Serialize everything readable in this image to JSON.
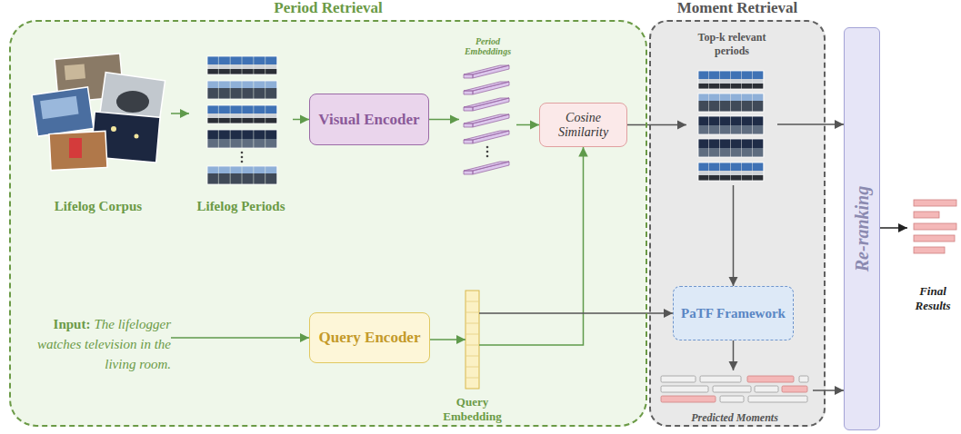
{
  "diagram": {
    "nodes": [
      {
        "text": [
          "Period Retrieval"
        ]
      },
      {
        "text": [
          "Lifelog Corpus"
        ],
        "in": 0
      },
      {
        "text": [
          "Lifelog Periods"
        ],
        "in": 0
      },
      {
        "text": [
          "Visual Encoder"
        ],
        "in": 0
      },
      {
        "text": [
          "Period Embeddings"
        ],
        "in": 0
      },
      {
        "text": [
          "Cosine Similarity"
        ],
        "in": 0
      },
      {
        "text": [
          "Input:",
          "The lifelogger watches television in the living room."
        ],
        "in": 0
      },
      {
        "text": [
          "Query Encoder"
        ],
        "in": 0
      },
      {
        "text": [
          "Query Embedding"
        ],
        "in": 0
      },
      {
        "text": [
          "Moment Retrieval"
        ]
      },
      {
        "text": [
          "Top-k relevant periods"
        ],
        "in": 9
      },
      {
        "text": [
          "PaTF Framework"
        ],
        "in": 9
      },
      {
        "text": [
          "Predicted Moments"
        ],
        "in": 9
      },
      {
        "text": [
          "Re-ranking"
        ]
      },
      {
        "text": [
          "Final Results"
        ]
      }
    ],
    "edges": [
      {
        "from": 1,
        "to": 2,
        "arrow": "to"
      },
      {
        "from": 2,
        "to": 3,
        "arrow": "to"
      },
      {
        "from": 3,
        "to": 4,
        "arrow": "to"
      },
      {
        "from": 4,
        "to": 5,
        "arrow": "to"
      },
      {
        "from": 6,
        "to": 7,
        "arrow": "to"
      },
      {
        "from": 7,
        "to": 8,
        "arrow": "to"
      },
      {
        "from": 8,
        "to": 5,
        "arrow": "to"
      },
      {
        "from": 5,
        "to": 10,
        "arrow": "to"
      },
      {
        "from": 8,
        "to": 11,
        "arrow": "to"
      },
      {
        "from": 10,
        "to": 11,
        "arrow": "to"
      },
      {
        "from": 11,
        "to": 12,
        "arrow": "to"
      },
      {
        "from": 10,
        "to": 13,
        "arrow": "to"
      },
      {
        "from": 12,
        "to": 13,
        "arrow": "to"
      },
      {
        "from": 13,
        "to": 14,
        "arrow": "to"
      }
    ]
  }
}
